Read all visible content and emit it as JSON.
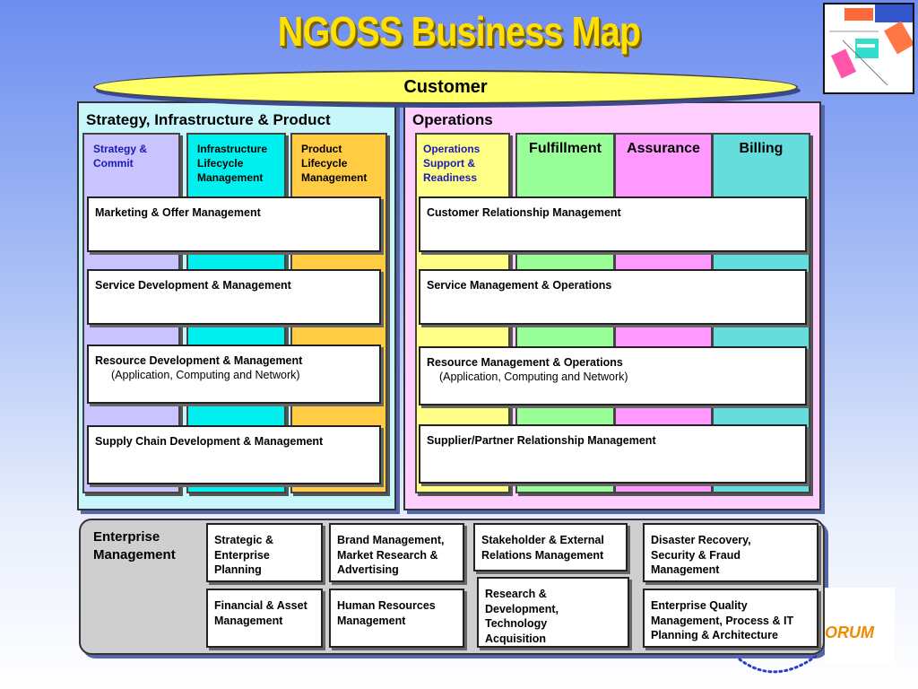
{
  "title": "NGOSS Business Map",
  "customer": "Customer",
  "sip": {
    "title": "Strategy, Infrastructure & Product",
    "columns": [
      "Strategy &\nCommit",
      "Infrastructure\nLifecycle\nManagement",
      "Product\nLifecycle\nManagement"
    ],
    "rows": [
      {
        "label": "Marketing & Offer Management",
        "sub": ""
      },
      {
        "label": "Service Development & Management",
        "sub": ""
      },
      {
        "label": "Resource Development & Management",
        "sub": "(Application, Computing and Network)"
      },
      {
        "label": "Supply Chain Development & Management",
        "sub": ""
      }
    ]
  },
  "ops": {
    "title": "Operations",
    "columns": [
      "Operations\nSupport &\nReadiness",
      "Fulfillment",
      "Assurance",
      "Billing"
    ],
    "rows": [
      {
        "label": "Customer Relationship Management",
        "sub": ""
      },
      {
        "label": "Service Management & Operations",
        "sub": ""
      },
      {
        "label": "Resource Management & Operations",
        "sub": "(Application, Computing and Network)"
      },
      {
        "label": "Supplier/Partner Relationship Management",
        "sub": ""
      }
    ]
  },
  "enterprise": {
    "label": "Enterprise\nManagement",
    "items": [
      "Strategic &\nEnterprise\nPlanning",
      "Brand Management,\nMarket Research &\nAdvertising",
      "Stakeholder & External\nRelations Management",
      "Disaster Recovery,\nSecurity & Fraud\nManagement",
      "Financial & Asset\nManagement",
      "Human Resources\nManagement",
      "Research &\nDevelopment,\nTechnology\nAcquisition",
      "Enterprise Quality\nManagement, Process &  IT\nPlanning & Architecture"
    ]
  },
  "logo_text": "ORUM",
  "colors": {
    "strategy": "#c9c3ff",
    "infrastructure": "#00f0f0",
    "product": "#ffcc44",
    "ops_support": "#ffff88",
    "fulfillment": "#99ff99",
    "assurance": "#ff99ff",
    "billing": "#66dddd",
    "title": "#ffe000"
  }
}
